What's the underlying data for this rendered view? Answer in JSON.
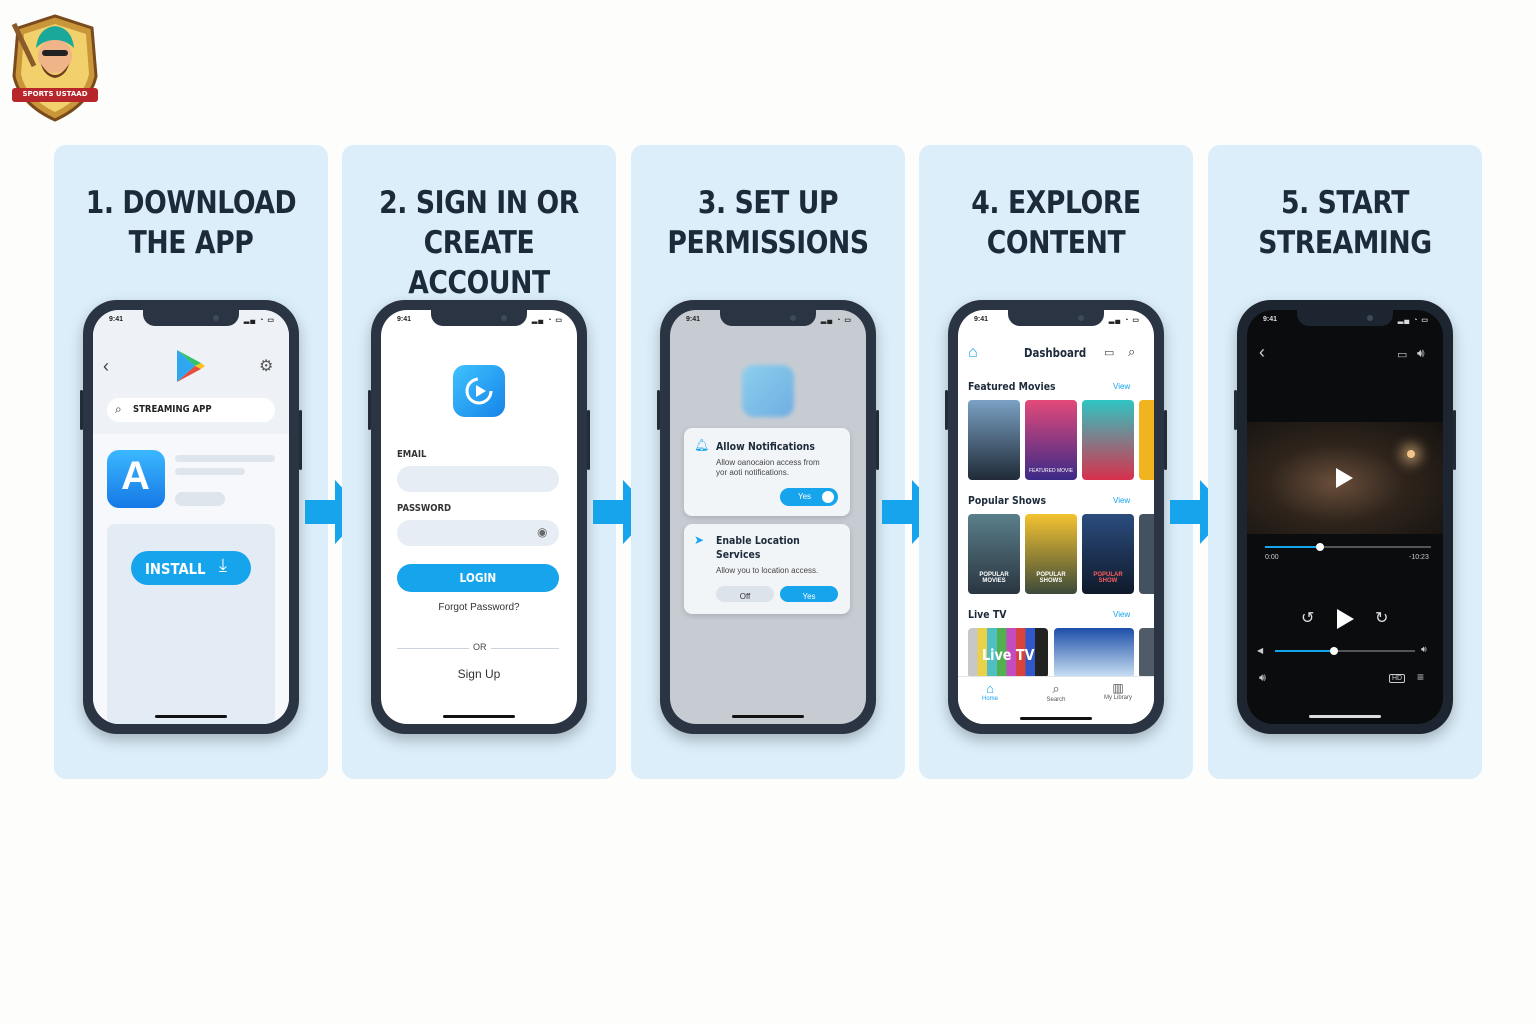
{
  "brand": {
    "logo_text": "SPORTS USTAAD"
  },
  "colors": {
    "panel_bg": "#dbeefa",
    "accent": "#16a4ec",
    "title": "#1c2a3a",
    "phone_frame": "#2a3442"
  },
  "steps": [
    {
      "title_line1": "1. DOWNLOAD",
      "title_line2": "THE APP",
      "status_time": "9:41",
      "search_text": "STREAMING APP",
      "install_label": "INSTALL",
      "icons": [
        "back-arrow-icon",
        "play-store-icon",
        "settings-gear-icon",
        "search-icon",
        "app-store-icon",
        "download-icon"
      ]
    },
    {
      "title_line1": "2. SIGN IN OR",
      "title_line2": "CREATE ACCOUNT",
      "status_time": "9:41",
      "email_label": "EMAIL",
      "password_label": "PASSWORD",
      "login_label": "LOGIN",
      "forgot_label": "Forgot Password?",
      "or_label": "OR",
      "signup_label": "Sign Up",
      "icons": [
        "app-logo-icon",
        "eye-icon"
      ]
    },
    {
      "title_line1": "3. SET UP",
      "title_line2": "PERMISSIONS",
      "status_time": "9:41",
      "notif_title": "Allow Notifications",
      "notif_desc_line1": "Allow oanocaion access from",
      "notif_desc_line2": "yor aoti notifications.",
      "notif_toggle_label": "Yes",
      "loc_title_line1": "Enable Location",
      "loc_title_line2": "Services",
      "loc_desc": "Allow you to location access.",
      "loc_off_label": "Off",
      "loc_yes_label": "Yes",
      "icons": [
        "bell-icon",
        "location-arrow-icon"
      ]
    },
    {
      "title_line1": "4. EXPLORE",
      "title_line2": "CONTENT",
      "status_time": "9:41",
      "dashboard_title": "Dashboard",
      "featured_label": "Featured Movies",
      "popular_label": "Popular Shows",
      "live_label": "Live TV",
      "view_label": "View",
      "featured_poster_captions": [
        "",
        "FEATURED MOVIE",
        "",
        ""
      ],
      "popular_poster_captions": [
        "POPULAR MOVIES",
        "POPULAR SHOWS",
        "POPULAR SHOW"
      ],
      "live_tile_label": "Live TV",
      "nav_home": "Home",
      "nav_search": "Search",
      "nav_library": "My Library",
      "icons": [
        "home-icon",
        "cast-icon",
        "search-icon",
        "library-icon"
      ]
    },
    {
      "title_line1": "5. START",
      "title_line2": "STREAMING",
      "status_time": "9:41",
      "time_elapsed": "0:00",
      "time_remaining": "-10:23",
      "progress": 0.33,
      "volume": 0.42,
      "hd_label": "HD",
      "icons": [
        "back-arrow-icon",
        "cast-icon",
        "volume-icon",
        "play-icon",
        "rewind-10-icon",
        "forward-10-icon",
        "menu-icon"
      ]
    }
  ]
}
